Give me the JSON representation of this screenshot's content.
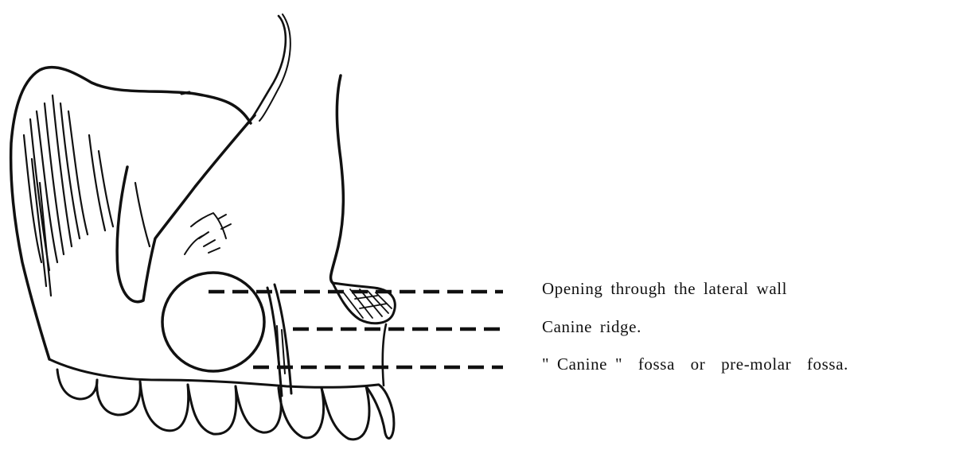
{
  "diagram": {
    "labels": {
      "opening": "Opening through the lateral wall",
      "ridge": "Canine ridge.",
      "fossa": "\" Canine \"  fossa  or  pre-molar  fossa."
    },
    "colors": {
      "ink": "#111111",
      "background": "#ffffff"
    }
  }
}
